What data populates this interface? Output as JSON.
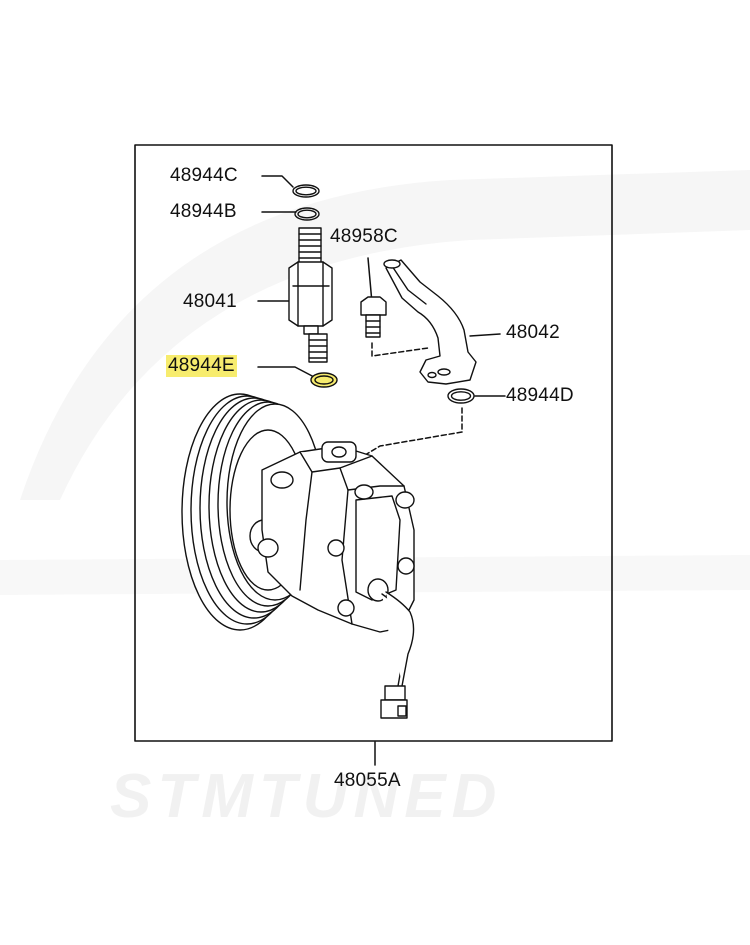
{
  "watermark": {
    "text": "STMTUNED"
  },
  "highlight_color": "#f7ec6e",
  "callouts": {
    "oring_c": "48944C",
    "oring_b": "48944B",
    "bolt": "48958C",
    "valve": "48041",
    "highlighted_oring": "48944E",
    "pipe": "48042",
    "oring_d": "48944D",
    "assembly": "48055A"
  }
}
